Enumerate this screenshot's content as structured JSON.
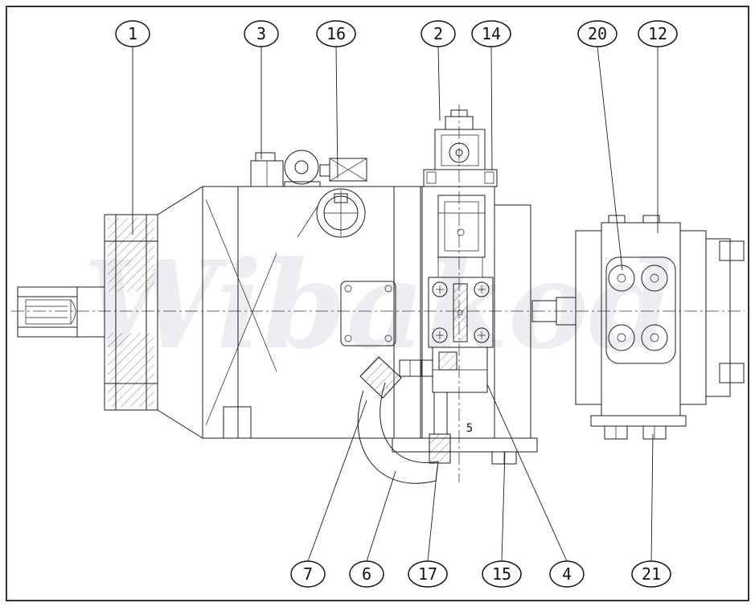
{
  "page": {
    "background": "#ffffff",
    "line_color": "#1c1c1c",
    "watermark_color": "#7e8aa0"
  },
  "watermark": {
    "text": "Wibakod"
  },
  "callouts": {
    "top": [
      {
        "label": "1"
      },
      {
        "label": "3"
      },
      {
        "label": "16"
      },
      {
        "label": "2"
      },
      {
        "label": "14"
      },
      {
        "label": "20"
      },
      {
        "label": "12"
      }
    ],
    "bottom": [
      {
        "label": "7"
      },
      {
        "label": "6"
      },
      {
        "label": "17"
      },
      {
        "label": "15"
      },
      {
        "label": "4"
      },
      {
        "label": "21"
      }
    ],
    "inline": [
      {
        "label": "5"
      }
    ]
  }
}
